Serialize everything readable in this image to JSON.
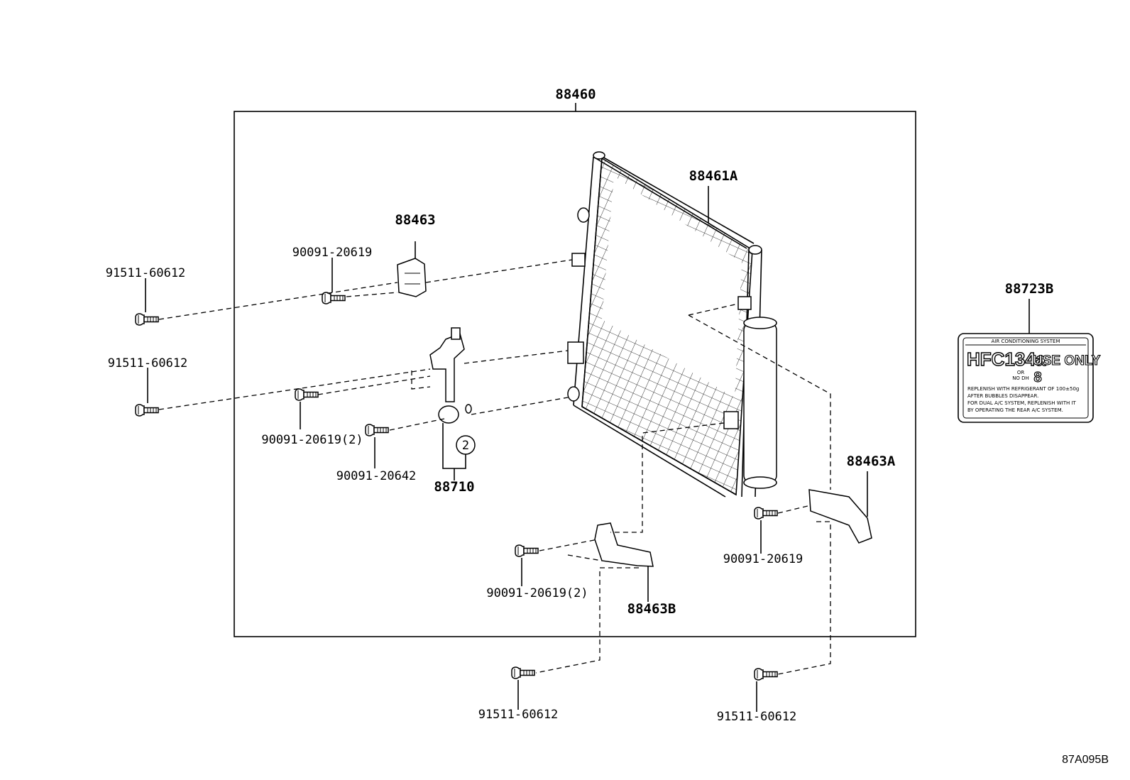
{
  "labels": {
    "assembly": "88460",
    "condenser": "88461A",
    "bracket_upper": "88463",
    "bracket_right": "88463A",
    "bracket_lower": "88463B",
    "pipe_assembly": "88710",
    "caution_label": "88723B",
    "bolt_a1": "91511-60612",
    "bolt_a2": "91511-60612",
    "bolt_a3": "91511-60612",
    "bolt_a4": "91511-60612",
    "bolt_b1": "90091-20619",
    "bolt_b2": "90091-20619(2)",
    "bolt_b3": "90091-20642",
    "bolt_b4": "90091-20619(2)",
    "bolt_b5": "90091-20619",
    "oring_qty": "2",
    "diagram_code": "87A095B"
  },
  "caution": {
    "system": "AIR CONDITIONING SYSTEM",
    "refrigerant": "HFC134a",
    "use_only": "USE ONLY",
    "or": "OR",
    "no_dh": "NO DH",
    "oil_no": "8",
    "line1": "REPLENISH WITH REFRIGERANT OF 100±50g",
    "line2": "AFTER BUBBLES DISAPPEAR.",
    "line3": "FOR DUAL A/C SYSTEM, REPLENISH WITH IT",
    "line4": "BY OPERATING THE REAR A/C SYSTEM."
  }
}
